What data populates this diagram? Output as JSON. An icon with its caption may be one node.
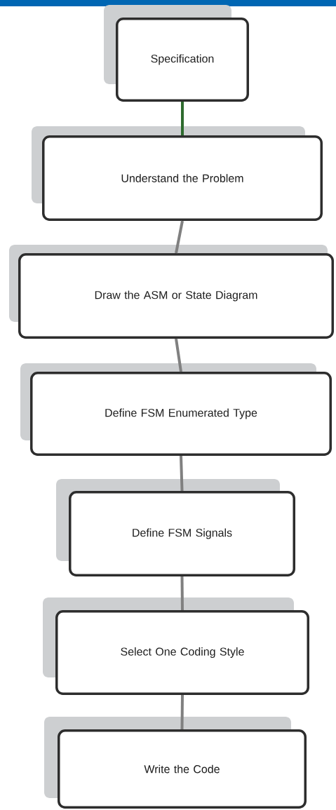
{
  "diagram": {
    "nodes": [
      {
        "text": [
          "Specification"
        ]
      },
      {
        "text": [
          "Understand the Problem"
        ]
      },
      {
        "text": [
          "Draw the ASM or State Diagram"
        ]
      },
      {
        "text": [
          "Define FSM Enumerated Type"
        ]
      },
      {
        "text": [
          "Define FSM Signals"
        ]
      },
      {
        "text": [
          "Select One Coding Style"
        ]
      },
      {
        "text": [
          "Write the Code"
        ]
      }
    ],
    "edges": [
      {
        "from": 0,
        "to": 1,
        "arrow": "none",
        "color": "#2e6b2e"
      },
      {
        "from": 1,
        "to": 2,
        "arrow": "none"
      },
      {
        "from": 2,
        "to": 3,
        "arrow": "none"
      },
      {
        "from": 3,
        "to": 4,
        "arrow": "none"
      },
      {
        "from": 4,
        "to": 5,
        "arrow": "none"
      },
      {
        "from": 5,
        "to": 6,
        "arrow": "none"
      }
    ]
  }
}
